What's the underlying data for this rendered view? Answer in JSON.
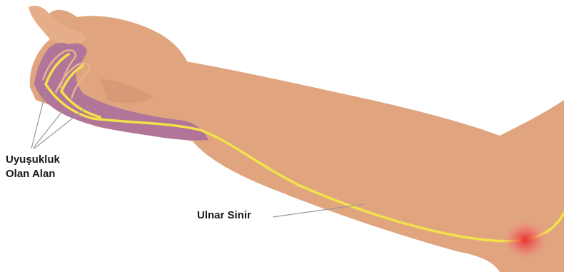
{
  "labels": {
    "numb_area_line1": "Uyuşukluk",
    "numb_area_line2": "Olan Alan",
    "ulnar_nerve": "Ulnar Sinir"
  },
  "colors": {
    "skin": "#e0a57f",
    "skin_shade": "#c98f6c",
    "numb_area": "#b07599",
    "nerve": "#f3e14a",
    "pain_spot": "#e83030",
    "leader_line": "#9a9a9a",
    "text": "#1a1a1a"
  }
}
